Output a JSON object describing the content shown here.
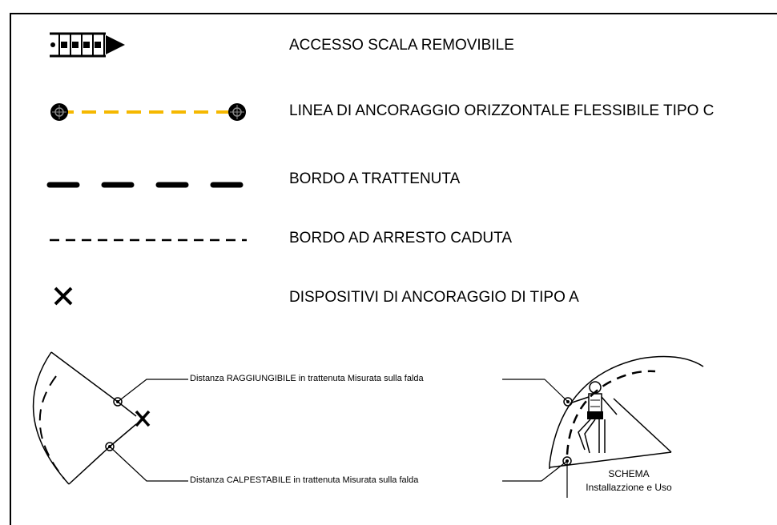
{
  "legend": [
    {
      "label": "ACCESSO SCALA REMOVIBILE",
      "icon": "ladder-arrow-icon"
    },
    {
      "label": "LINEA DI ANCORAGGIO  ORIZZONTALE FLESSIBILE  TIPO C",
      "icon": "anchor-line-icon",
      "color": "#f5b800"
    },
    {
      "label": "BORDO  A TRATTENUTA",
      "icon": "thick-dash-line-icon"
    },
    {
      "label": "BORDO AD ARRESTO CADUTA",
      "icon": "thin-dash-line-icon"
    },
    {
      "label": "DISPOSITIVI DI ANCORAGGIO DI TIPO A",
      "icon": "x-mark-icon"
    }
  ],
  "diagram": {
    "reachable_label": "Distanza RAGGIUNGIBILE in trattenuta Misurata sulla falda",
    "walkable_label": "Distanza CALPESTABILE in trattenuta Misurata sulla falda",
    "schema_title": "SCHEMA",
    "schema_subtitle": "Installazzione e Uso"
  }
}
